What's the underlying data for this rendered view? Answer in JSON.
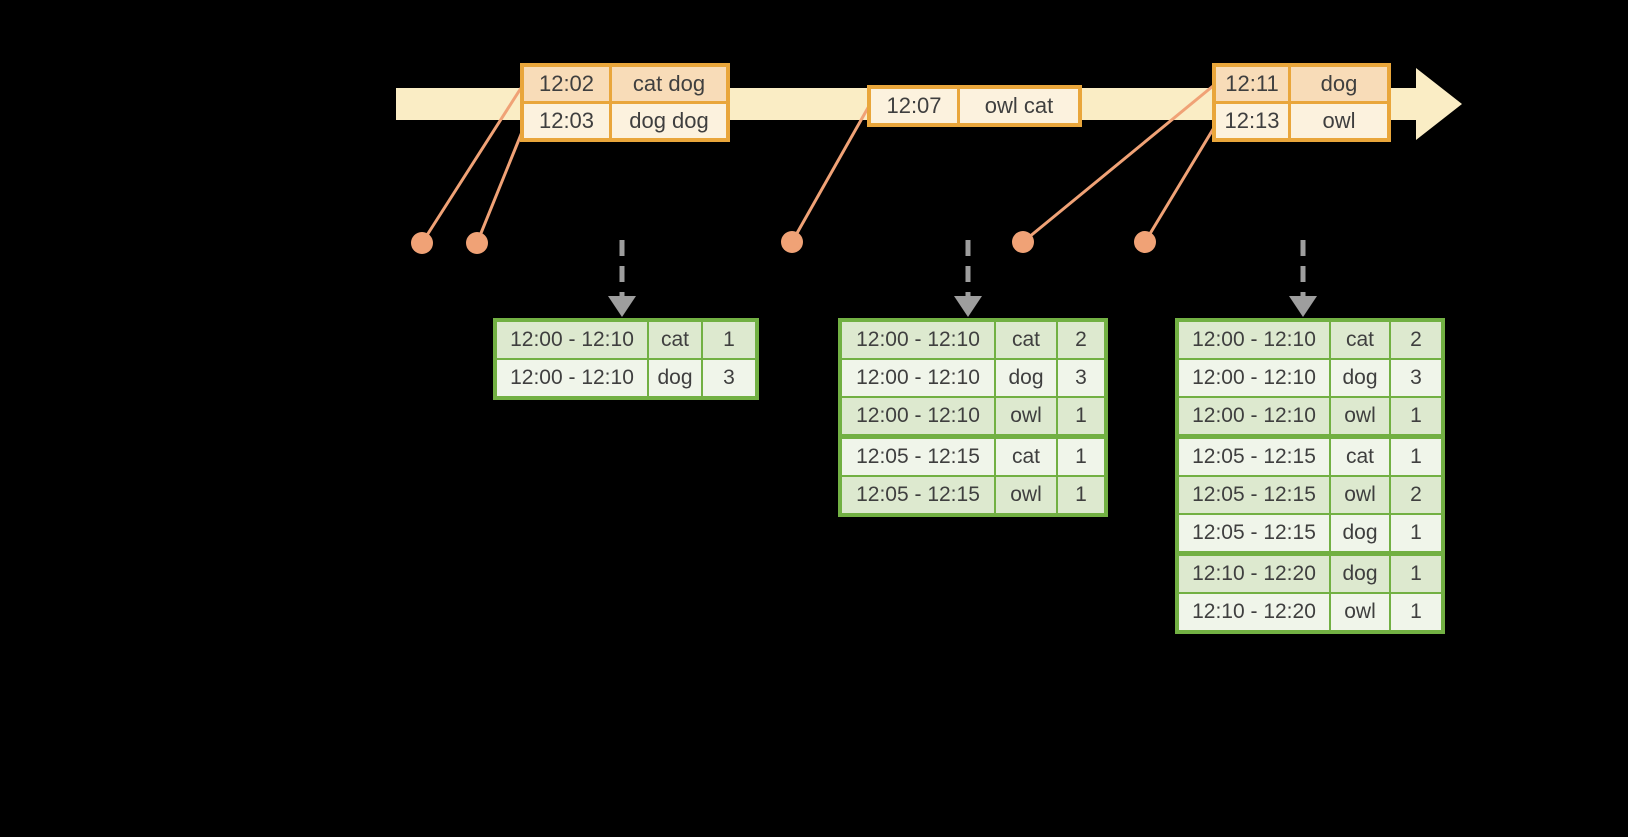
{
  "colors": {
    "background": "#000000",
    "timeline_fill": "#FAEDC5",
    "event_table_border": "#E9A63B",
    "event_row_dark": "#F8DCB8",
    "event_row_light": "#FCF2DE",
    "connector_dot": "#F0A276",
    "trigger_arrow": "#9E9E9E",
    "result_table_border": "#72B043",
    "result_row_dark": "#DDE9CF",
    "result_row_light": "#F0F5EA",
    "text": "#3F3F3F"
  },
  "event_tables": [
    {
      "rows": [
        {
          "time": "12:02",
          "words": "cat dog"
        },
        {
          "time": "12:03",
          "words": "dog dog"
        }
      ]
    },
    {
      "rows": [
        {
          "time": "12:07",
          "words": "owl cat"
        }
      ]
    },
    {
      "rows": [
        {
          "time": "12:11",
          "words": "dog"
        },
        {
          "time": "12:13",
          "words": "owl"
        }
      ]
    }
  ],
  "result_tables": [
    {
      "rows": [
        {
          "window": "12:00 - 12:10",
          "word": "cat",
          "count": 1
        },
        {
          "window": "12:00 - 12:10",
          "word": "dog",
          "count": 3
        }
      ]
    },
    {
      "rows": [
        {
          "window": "12:00 - 12:10",
          "word": "cat",
          "count": 2
        },
        {
          "window": "12:00 - 12:10",
          "word": "dog",
          "count": 3
        },
        {
          "window": "12:00 - 12:10",
          "word": "owl",
          "count": 1
        },
        {
          "window": "12:05 - 12:15",
          "word": "cat",
          "count": 1
        },
        {
          "window": "12:05 - 12:15",
          "word": "owl",
          "count": 1
        }
      ]
    },
    {
      "rows": [
        {
          "window": "12:00 - 12:10",
          "word": "cat",
          "count": 2
        },
        {
          "window": "12:00 - 12:10",
          "word": "dog",
          "count": 3
        },
        {
          "window": "12:00 - 12:10",
          "word": "owl",
          "count": 1
        },
        {
          "window": "12:05 - 12:15",
          "word": "cat",
          "count": 1
        },
        {
          "window": "12:05 - 12:15",
          "word": "owl",
          "count": 2
        },
        {
          "window": "12:05 - 12:15",
          "word": "dog",
          "count": 1
        },
        {
          "window": "12:10 - 12:20",
          "word": "dog",
          "count": 1
        },
        {
          "window": "12:10 - 12:20",
          "word": "owl",
          "count": 1
        }
      ]
    }
  ]
}
